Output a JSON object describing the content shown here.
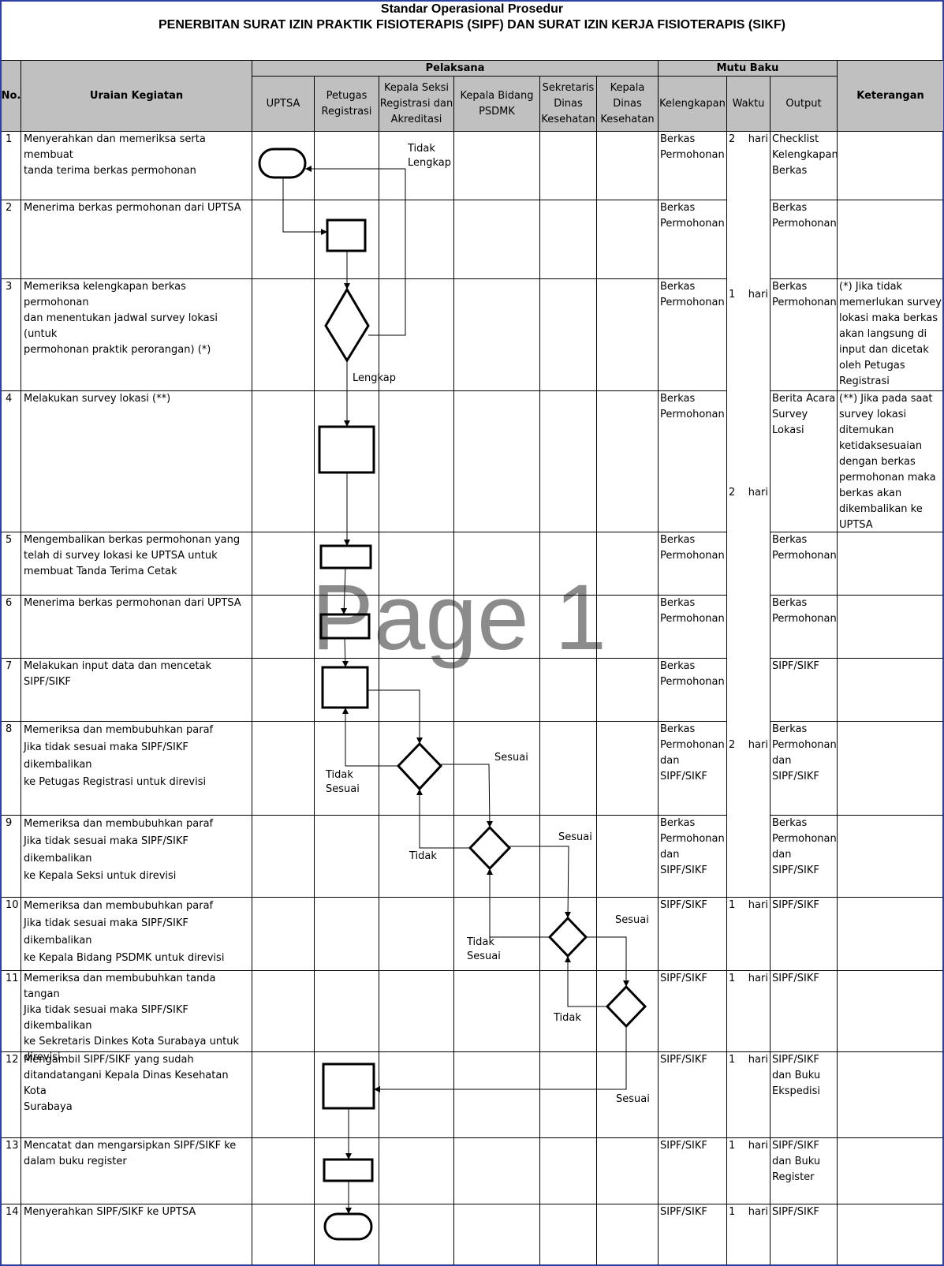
{
  "title": {
    "line1": "Standar Operasional Prosedur",
    "line2": "PENERBITAN SURAT IZIN PRAKTIK FISIOTERAPIS (SIPF) DAN SURAT IZIN KERJA FISIOTERAPIS (SIKF)"
  },
  "watermark": "Page 1",
  "header": {
    "no": "No.",
    "uraian": "Uraian Kegiatan",
    "pelaksana": "Pelaksana",
    "mutu_baku": "Mutu Baku",
    "keterangan": "Keterangan",
    "uptsa": "UPTSA",
    "petugas": "Petugas\nRegistrasi",
    "kasie": "Kepala Seksi\nRegistrasi dan\nAkreditasi",
    "kabid": "Kepala Bidang\nPSDMK",
    "sekretaris": "Sekretaris\nDinas\nKesehatan",
    "kadinkes": "Kepala\nDinas\nKesehatan",
    "kelengkapan": "Kelengkapan",
    "waktu": "Waktu",
    "output": "Output"
  },
  "rows": [
    {
      "no": "1",
      "uraian": "Menyerahkan dan memeriksa serta membuat\ntanda terima berkas permohonan",
      "kelengkapan": "Berkas\nPermohonan",
      "waktu": "2    hari",
      "output": "Checklist\nKelengkapan\nBerkas",
      "keterangan": ""
    },
    {
      "no": "2",
      "uraian": "Menerima berkas permohonan dari UPTSA",
      "kelengkapan": "Berkas\nPermohonan",
      "waktu": "",
      "output": "Berkas\nPermohonan",
      "keterangan": ""
    },
    {
      "no": "3",
      "uraian": "Memeriksa kelengkapan berkas permohonan\ndan menentukan jadwal survey lokasi (untuk\npermohonan praktik perorangan) (*)",
      "kelengkapan": "Berkas\nPermohonan",
      "waktu": "",
      "output": "Berkas\nPermohonan",
      "keterangan": "(*) Jika tidak\nmemerlukan survey\nlokasi maka berkas\nakan langsung di\ninput dan dicetak\noleh Petugas\nRegistrasi"
    },
    {
      "no": "4",
      "uraian": "Melakukan survey lokasi (**)",
      "kelengkapan": "Berkas\nPermohonan",
      "waktu": "",
      "output": "Berita Acara\nSurvey\nLokasi",
      "keterangan": "(**) Jika pada saat\nsurvey lokasi\nditemukan\nketidaksesuaian\ndengan berkas\npermohonan maka\nberkas akan\ndikembalikan ke\nUPTSA"
    },
    {
      "no": "5",
      "uraian": "Mengembalikan berkas permohonan yang\ntelah di survey lokasi ke UPTSA untuk\nmembuat Tanda Terima Cetak",
      "kelengkapan": "Berkas\nPermohonan",
      "waktu": "",
      "output": "Berkas\nPermohonan",
      "keterangan": ""
    },
    {
      "no": "6",
      "uraian": "Menerima berkas permohonan dari UPTSA",
      "kelengkapan": "Berkas\nPermohonan",
      "waktu": "",
      "output": "Berkas\nPermohonan",
      "keterangan": ""
    },
    {
      "no": "7",
      "uraian": "Melakukan input data dan mencetak SIPF/SIKF",
      "kelengkapan": "Berkas\nPermohonan",
      "waktu": "",
      "output": "SIPF/SIKF",
      "keterangan": ""
    },
    {
      "no": "8",
      "uraian": "Memeriksa dan membubuhkan paraf\nJika tidak sesuai maka SIPF/SIKF dikembalikan\nke Petugas Registrasi untuk direvisi",
      "kelengkapan": "Berkas\nPermohonan\ndan\nSIPF/SIKF",
      "waktu": "2    hari",
      "output": "Berkas\nPermohonan\ndan\nSIPF/SIKF",
      "keterangan": ""
    },
    {
      "no": "9",
      "uraian": "Memeriksa dan membubuhkan paraf\nJika tidak sesuai maka SIPF/SIKF dikembalikan\nke Kepala Seksi untuk direvisi",
      "kelengkapan": "Berkas\nPermohonan\ndan\nSIPF/SIKF",
      "waktu": "",
      "output": "Berkas\nPermohonan\ndan\nSIPF/SIKF",
      "keterangan": ""
    },
    {
      "no": "10",
      "uraian": "Memeriksa dan membubuhkan paraf\nJika tidak sesuai maka SIPF/SIKF dikembalikan\nke Kepala Bidang PSDMK untuk direvisi",
      "kelengkapan": "SIPF/SIKF",
      "waktu": "1    hari",
      "output": "SIPF/SIKF",
      "keterangan": ""
    },
    {
      "no": "11",
      "uraian": "Memeriksa dan membubuhkan tanda tangan\nJika tidak sesuai maka SIPF/SIKF dikembalikan\nke Sekretaris Dinkes Kota Surabaya untuk\ndirevisi",
      "kelengkapan": "SIPF/SIKF",
      "waktu": "1    hari",
      "output": "SIPF/SIKF",
      "keterangan": ""
    },
    {
      "no": "12",
      "uraian": "Mengambil SIPF/SIKF yang sudah\nditandatangani Kepala Dinas Kesehatan Kota\nSurabaya",
      "kelengkapan": "SIPF/SIKF",
      "waktu": "1    hari",
      "output": "SIPF/SIKF\ndan Buku\nEkspedisi",
      "keterangan": ""
    },
    {
      "no": "13",
      "uraian": "Mencatat dan mengarsipkan SIPF/SIKF ke\ndalam buku register",
      "kelengkapan": "SIPF/SIKF",
      "waktu": "1    hari",
      "output": "SIPF/SIKF\ndan Buku\nRegister",
      "keterangan": ""
    },
    {
      "no": "14",
      "uraian": "Menyerahkan SIPF/SIKF ke UPTSA",
      "kelengkapan": "SIPF/SIKF",
      "waktu": "1    hari",
      "output": "SIPF/SIKF",
      "keterangan": ""
    }
  ],
  "merged_waktu": [
    {
      "value": "1    hari"
    },
    {
      "value": "2    hari"
    }
  ],
  "flow_labels": {
    "tidak_lengkap": "Tidak\nLengkap",
    "lengkap": "Lengkap",
    "tidak_sesuai_8": "Tidak\nSesuai",
    "sesuai_8": "Sesuai",
    "tidak_9": "Tidak",
    "sesuai_9": "Sesuai",
    "tidak_sesuai_10": "Tidak\nSesuai",
    "sesuai_10": "Sesuai",
    "tidak_11": "Tidak",
    "sesuai_11": "Sesuai"
  },
  "colors": {
    "header_bg": "#c0c0c0",
    "grid": "#000000",
    "border_blue": "#2e3fa3"
  }
}
